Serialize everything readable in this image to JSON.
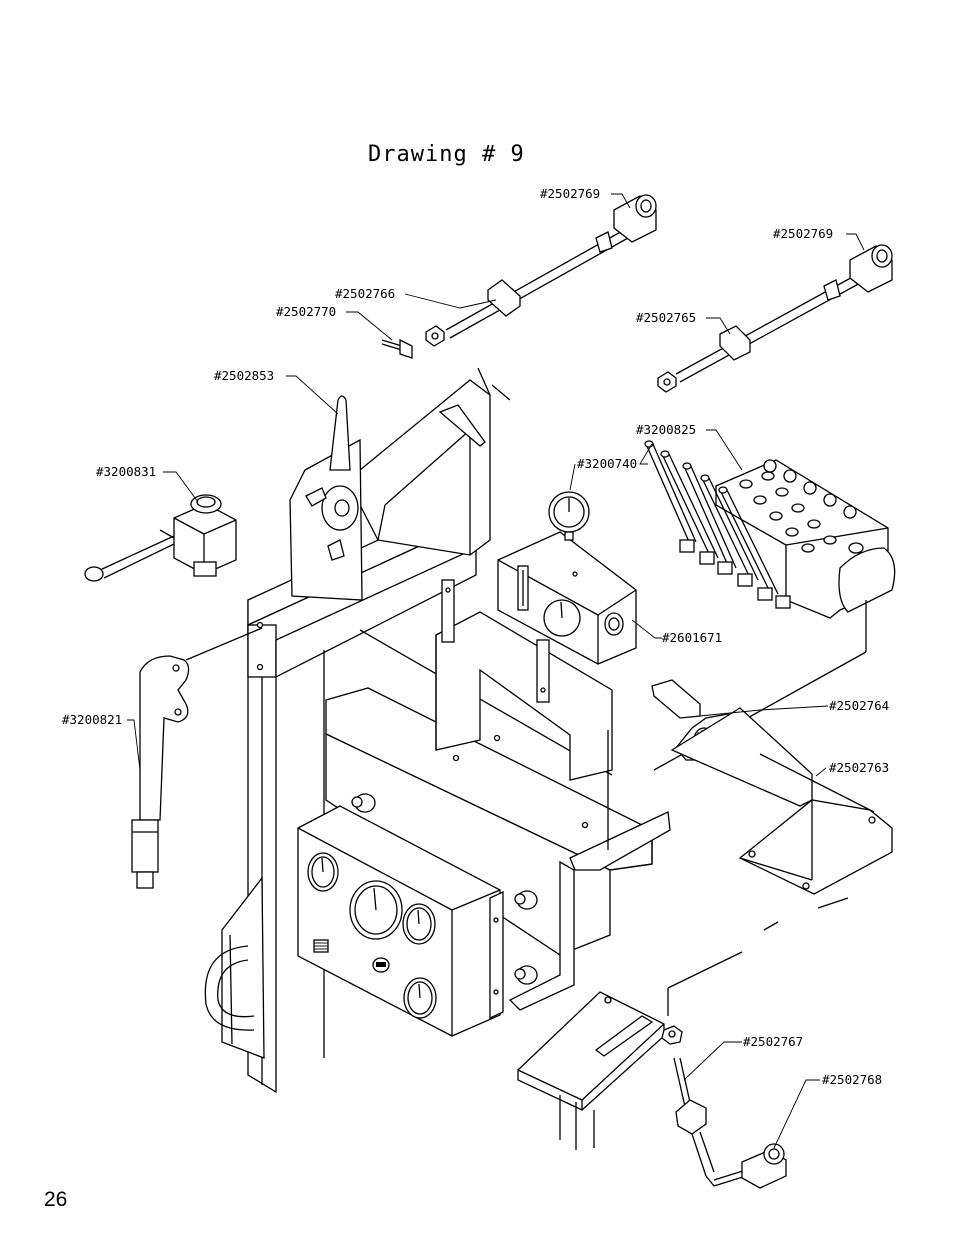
{
  "title": "Drawing # 9",
  "page_number": "26",
  "callouts": [
    {
      "id": "p2502769a",
      "label": "#2502769"
    },
    {
      "id": "p2502769b",
      "label": "#2502769"
    },
    {
      "id": "p2502766",
      "label": "#2502766"
    },
    {
      "id": "p2502770",
      "label": "#2502770"
    },
    {
      "id": "p2502765",
      "label": "#2502765"
    },
    {
      "id": "p2502853",
      "label": "#2502853"
    },
    {
      "id": "p3200825",
      "label": "#3200825"
    },
    {
      "id": "p3200740",
      "label": "#3200740"
    },
    {
      "id": "p3200831",
      "label": "#3200831"
    },
    {
      "id": "p2601671",
      "label": "#2601671"
    },
    {
      "id": "p2502764",
      "label": "#2502764"
    },
    {
      "id": "p3200821",
      "label": "#3200821"
    },
    {
      "id": "p2502763",
      "label": "#2502763"
    },
    {
      "id": "p2502767",
      "label": "#2502767"
    },
    {
      "id": "p2502768",
      "label": "#2502768"
    }
  ]
}
